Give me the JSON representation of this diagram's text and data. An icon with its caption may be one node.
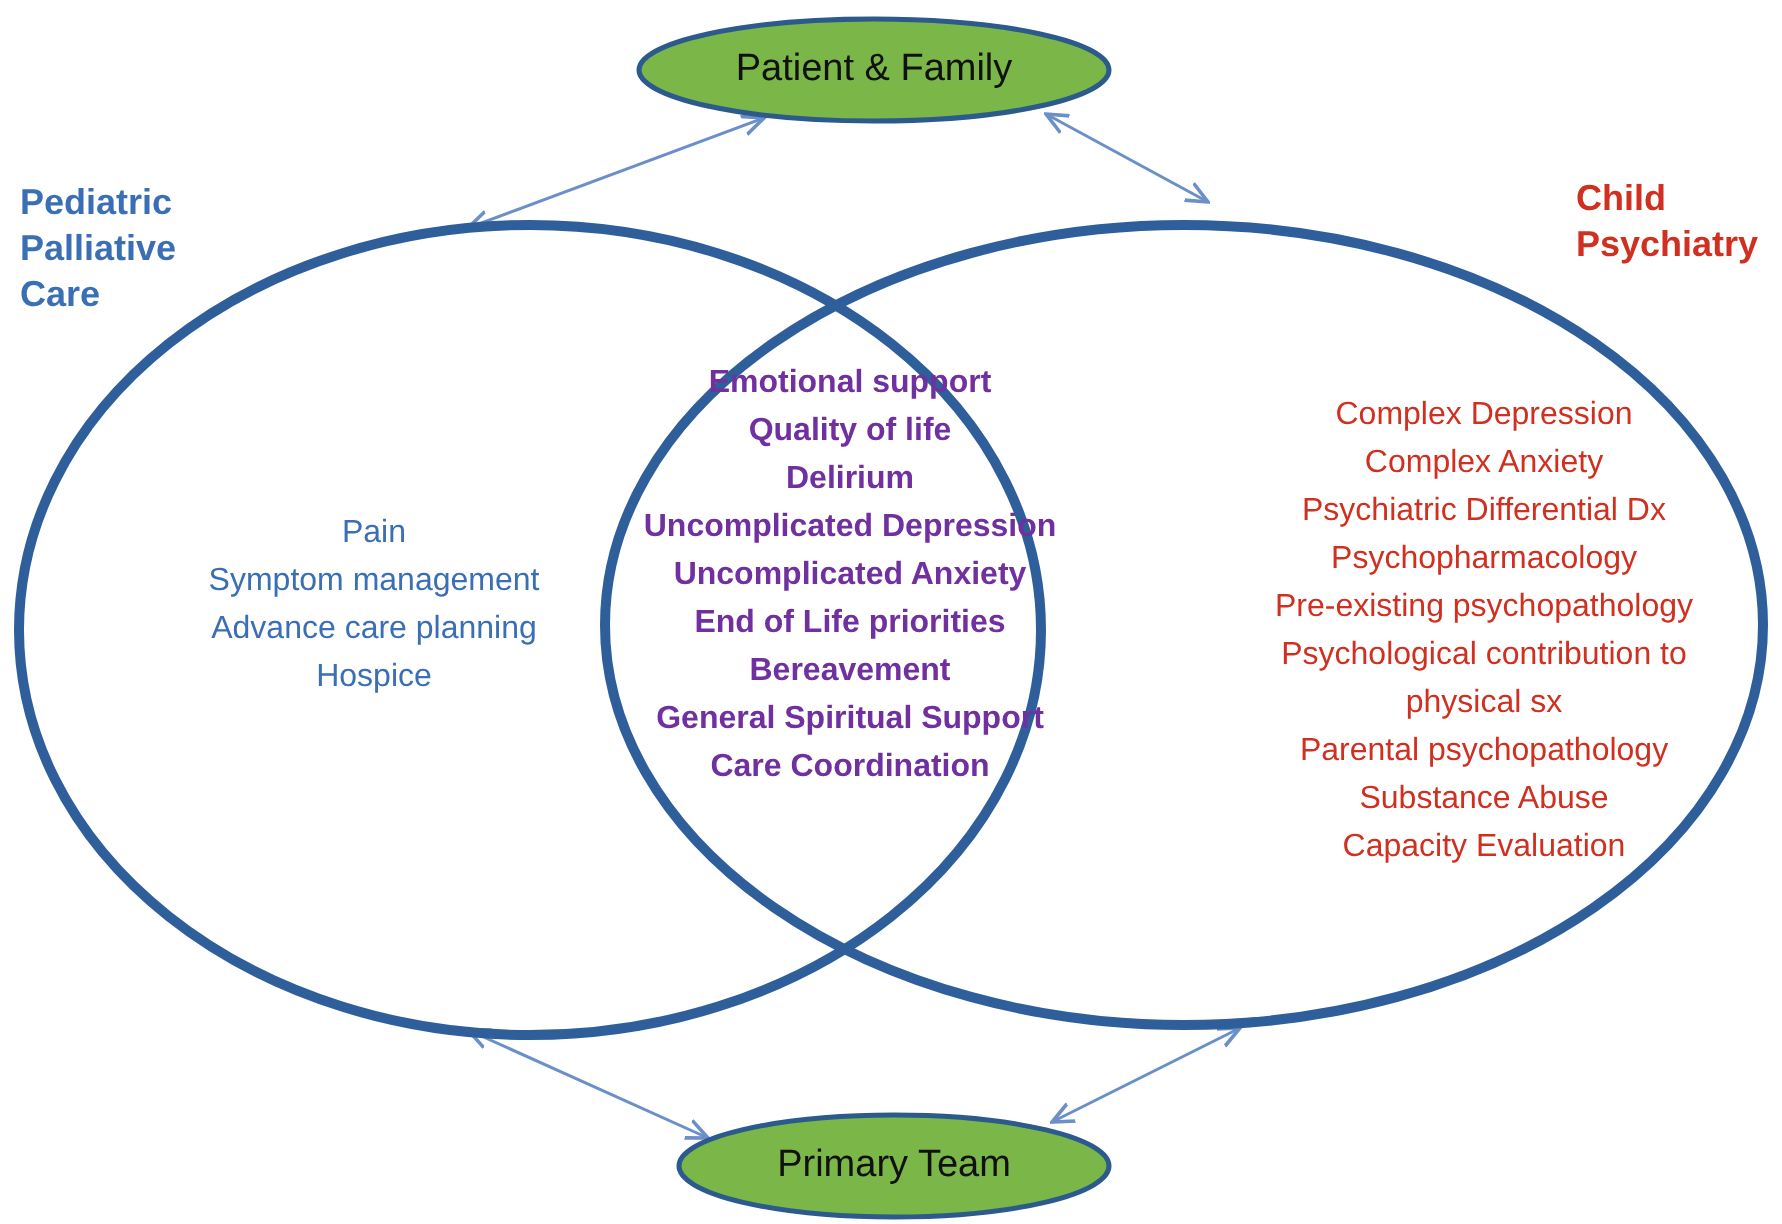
{
  "diagram": {
    "nodes": [
      {
        "text": [
          "Patient & Family"
        ]
      },
      {
        "text": [
          "Pediatric Palliative Care",
          "Pain",
          "Symptom management",
          "Advance care planning",
          "Hospice"
        ]
      },
      {
        "text": [
          "Child Psychiatry",
          "Complex Depression",
          "Complex Anxiety",
          "Psychiatric Differential Dx",
          "Psychopharmacology",
          "Pre-existing psychopathology",
          "Psychological contribution to physical sx",
          "Parental psychopathology",
          "Substance Abuse",
          "Capacity Evaluation"
        ]
      },
      {
        "text": [
          "Primary Team"
        ]
      }
    ],
    "edges": [
      {
        "from": 0,
        "to": 1,
        "arrow": "both"
      },
      {
        "from": 0,
        "to": 2,
        "arrow": "both"
      },
      {
        "from": 1,
        "to": 3,
        "arrow": "both"
      },
      {
        "from": 2,
        "to": 3,
        "arrow": "both"
      }
    ],
    "labels": [
      "Emotional support",
      "Quality of life",
      "Delirium",
      "Uncomplicated Depression",
      "Uncomplicated Anxiety",
      "End of Life priorities",
      "Bereavement",
      "General Spiritual Support",
      "Care Coordination"
    ]
  }
}
